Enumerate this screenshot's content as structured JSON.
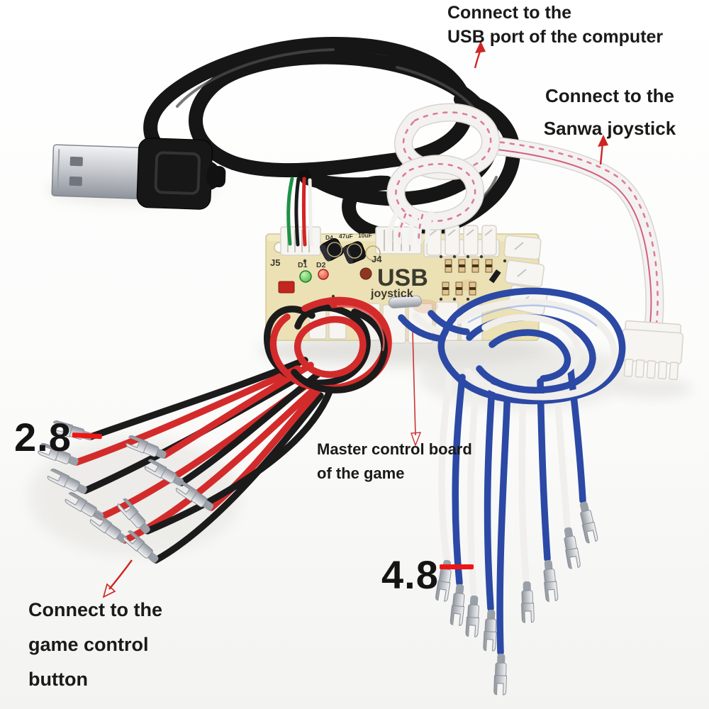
{
  "annotations": {
    "usb": {
      "line1": "Connect to the",
      "line2": "USB port of the computer"
    },
    "sanwa": {
      "line1": "Connect to the",
      "line2": "Sanwa joystick"
    },
    "master": {
      "line1": "Master control board",
      "line2": "of the game"
    },
    "button": {
      "line1": "Connect to the",
      "line2": "game control",
      "line3": "button"
    },
    "size_28": "2.8",
    "size_48": "4.8"
  },
  "board": {
    "labels": {
      "j5": "J5",
      "d1": "D1",
      "d2": "D2",
      "d4": "D4",
      "cap47": "47uF",
      "cap10": "10uF",
      "j4": "J4",
      "usb": "USB",
      "joystick": "joystick"
    }
  },
  "colors": {
    "annotation_text": "#1a1a1a",
    "arrow_red": "#cf2525",
    "pcb_beige": "#ebe1b4",
    "wire_black": "#1b1b1b",
    "wire_red": "#d32b2b",
    "wire_blue": "#2b49a5",
    "wire_white": "#f1efec",
    "ribbon_white": "#f4f2f1",
    "ribbon_pink": "#dd7b97",
    "terminal_silver": "#c4c6c9",
    "led_green": "#2fae3a",
    "led_red": "#dd3322"
  }
}
